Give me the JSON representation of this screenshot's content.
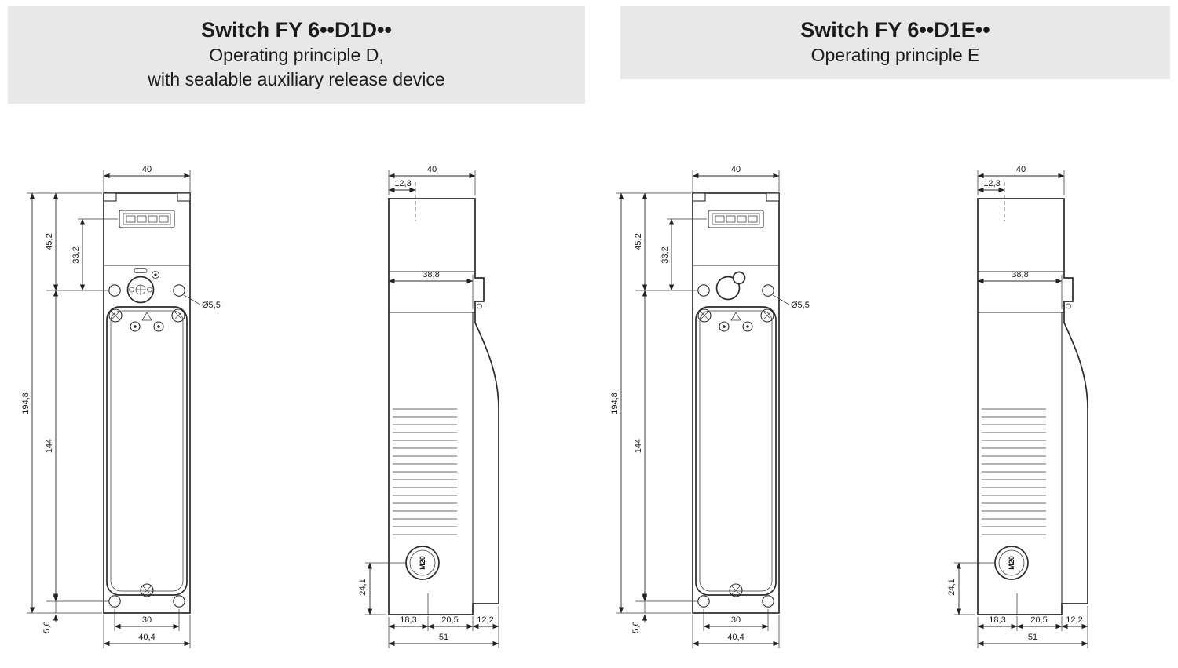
{
  "panels": [
    {
      "variant": "D",
      "title": "Switch FY 6••D1D••",
      "subtitle_line1": "Operating principle D,",
      "subtitle_line2": "with sealable auxiliary release device",
      "front": {
        "dims": {
          "width_top": "40",
          "head_height": "45,2",
          "display_to_mount": "33,2",
          "total_height": "194,8",
          "mount_hole_span": "144",
          "bottom_offset": "5,6",
          "mount_hole_dia": "Ø5,5",
          "bottom_hole_spacing": "30",
          "width_bottom": "40,4"
        }
      },
      "side": {
        "dims": {
          "width_top": "40",
          "top_offset": "12,3",
          "upper_depth": "38,8",
          "gland_height": "24,1",
          "bottom_front": "18,3",
          "bottom_mid": "20,5",
          "bottom_rear": "12,2",
          "bottom_total": "51"
        },
        "gland_label": "M20"
      }
    },
    {
      "variant": "E",
      "title": "Switch FY 6••D1E••",
      "subtitle_line1": "Operating principle E",
      "subtitle_line2": "",
      "front": {
        "dims": {
          "width_top": "40",
          "head_height": "45,2",
          "display_to_mount": "33,2",
          "total_height": "194,8",
          "mount_hole_span": "144",
          "bottom_offset": "5,6",
          "mount_hole_dia": "Ø5,5",
          "bottom_hole_spacing": "30",
          "width_bottom": "40,4"
        }
      },
      "side": {
        "dims": {
          "width_top": "40",
          "top_offset": "12,3",
          "upper_depth": "38,8",
          "gland_height": "24,1",
          "bottom_front": "18,3",
          "bottom_mid": "20,5",
          "bottom_rear": "12,2",
          "bottom_total": "51"
        },
        "gland_label": "M20"
      }
    }
  ]
}
